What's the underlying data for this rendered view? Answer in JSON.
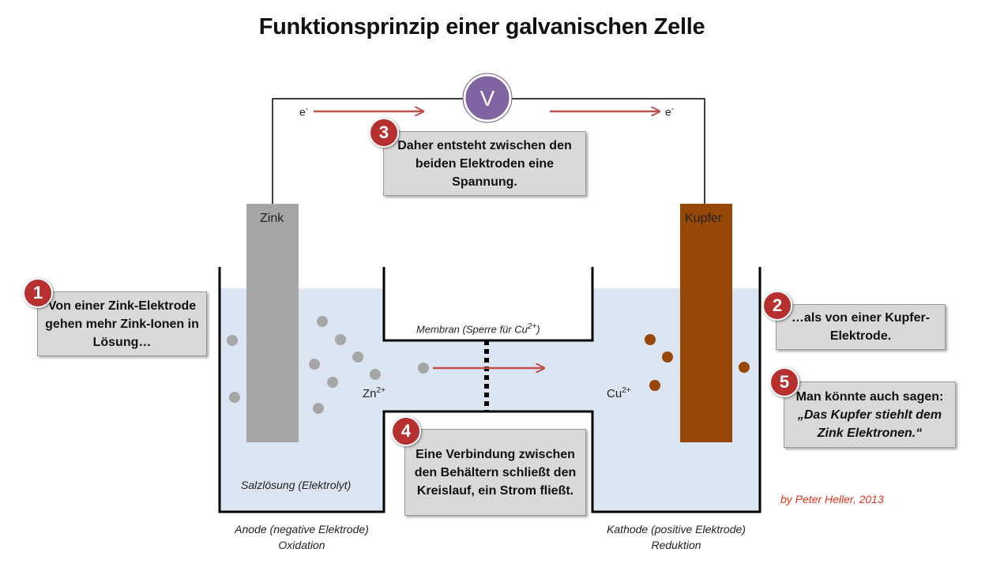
{
  "title": "Funktionsprinzip einer galvanischen Zelle",
  "voltmeter": {
    "symbol": "V"
  },
  "electron_label_left": "e",
  "electron_label_right": "e",
  "electron_charge": "-",
  "electrodes": {
    "zinc": {
      "label": "Zink",
      "color": "#a6a6a6"
    },
    "copper": {
      "label": "Kupfer",
      "color": "#974706"
    }
  },
  "ions": {
    "zinc": "Zn",
    "zinc_charge": "2+",
    "copper": "Cu",
    "copper_charge": "2+"
  },
  "membrane": {
    "label": "Membran (Sperre für Cu",
    "charge": "2+",
    "close": ")"
  },
  "electrolyte_label": "Salzlösung (Elektrolyt)",
  "anode": {
    "line1": "Anode (negative Elektrode)",
    "line2": "Oxidation"
  },
  "cathode": {
    "line1": "Kathode (positive Elektrode)",
    "line2": "Reduktion"
  },
  "callouts": [
    {
      "number": "1",
      "text": "Von einer Zink-Elektrode gehen mehr Zink-Ionen in Lösung…"
    },
    {
      "number": "2",
      "text": "…als von einer Kupfer-Elektrode."
    },
    {
      "number": "3",
      "text": "Daher entsteht zwischen den beiden Elektroden eine Spannung."
    },
    {
      "number": "4",
      "text": "Eine Verbindung zwischen den Behältern schließt den Kreislauf, ein Strom fließt."
    },
    {
      "number": "5",
      "line1": "Man könnte auch sagen:",
      "line2": "„Das Kupfer stiehlt dem Zink Elektronen.“"
    }
  ],
  "credit": "by Peter Heller, 2013",
  "colors": {
    "solution": "#dce6f2",
    "arrow": "#c0504d",
    "badge": "#b5302f",
    "voltmeter": "#8064a2",
    "copper_ion": "#974706",
    "zinc_ion": "#a6a6a6"
  }
}
